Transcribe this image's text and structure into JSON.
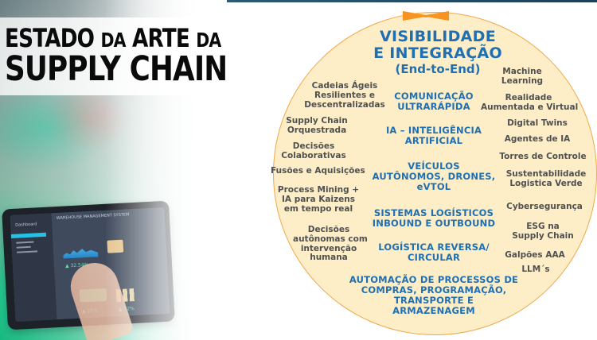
{
  "title": {
    "line1_part1": "ESTADO",
    "line1_part2": "DA",
    "line1_part3": "ARTE",
    "line1_part4": "DA",
    "line2": "SUPPLY CHAIN"
  },
  "tablet": {
    "header": "WAREHOUSE MANAGEMENT SYSTEM",
    "sidebar_title": "Dashboard",
    "stat_1": "▲ 32.54%",
    "stat_2": "▲ 25%",
    "stat_3": "▲ 12%"
  },
  "circle": {
    "headline": {
      "line1": "VISIBILIDADE",
      "line2": "E INTEGRAÇÃO",
      "line3": "(End-to-End)"
    },
    "center_items": [
      [
        "COMUNICAÇÃO",
        "ULTRARÁPIDA"
      ],
      [
        "IA – INTELIGÊNCIA",
        "ARTIFICIAL"
      ],
      [
        "VEÍCULOS",
        "AUTÔNOMOS, DRONES,",
        "eVTOL"
      ],
      [
        "SISTEMAS LOGÍSTICOS",
        "INBOUND E OUTBOUND"
      ],
      [
        "LOGÍSTICA REVERSA/",
        "CIRCULAR"
      ],
      [
        "AUTOMAÇÃO DE PROCESSOS DE",
        "COMPRAS, PROGRAMAÇÃO,",
        "TRANSPORTE E",
        "ARMAZENAGEM"
      ]
    ],
    "left_items": [
      [
        "Cadeias Ágeis",
        "Resilientes e",
        "Descentralizadas"
      ],
      [
        "Supply Chain",
        "Orquestrada"
      ],
      [
        "Decisões",
        "Colaborativas"
      ],
      [
        "Fusões e Aquisições"
      ],
      [
        "Process Mining +",
        "IA para Kaizens",
        "em tempo real"
      ],
      [
        "Decisões",
        "autônomas com",
        "intervenção",
        "humana"
      ]
    ],
    "right_items": [
      [
        "Machine",
        "Learning"
      ],
      [
        "Realidade",
        "Aumentada e Virtual"
      ],
      [
        "Digital Twins"
      ],
      [
        "Agentes de IA"
      ],
      [
        "Torres de Controle"
      ],
      [
        "Sustentabilidade",
        "Logistica Verde"
      ],
      [
        "Cybersegurança"
      ],
      [
        "ESG na",
        "Supply Chain"
      ],
      [
        "Galpões AAA"
      ],
      [
        "LLM´s"
      ]
    ]
  },
  "colors": {
    "circle_fill": "#fdeec8",
    "circle_border": "#f0a84a",
    "accent_orange": "#f7931e",
    "blue_text": "#1f6fb2",
    "gray_text": "#505050",
    "title_text": "#0a0a0a"
  }
}
